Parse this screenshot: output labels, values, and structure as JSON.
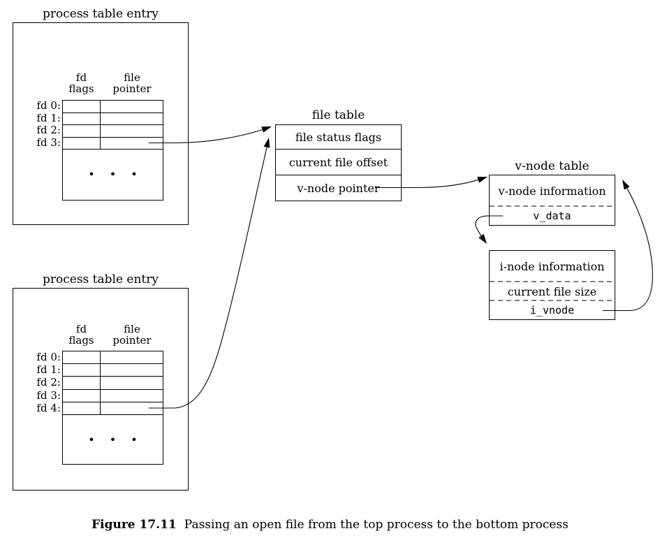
{
  "page": {
    "background": "#ffffff",
    "ink": "#000000"
  },
  "diagram": {
    "process_top": {
      "title": "process table entry",
      "col1_line1": "fd",
      "col1_line2": "flags",
      "col2_line1": "file",
      "col2_line2": "pointer",
      "fd_labels": [
        "fd 0:",
        "fd 1:",
        "fd 2:",
        "fd 3:"
      ],
      "ellipsis": "• • •"
    },
    "process_bottom": {
      "title": "process table entry",
      "col1_line1": "fd",
      "col1_line2": "flags",
      "col2_line1": "file",
      "col2_line2": "pointer",
      "fd_labels": [
        "fd 0:",
        "fd 1:",
        "fd 2:",
        "fd 3:",
        "fd 4:"
      ],
      "ellipsis": "• • •"
    },
    "file_table": {
      "title": "file table",
      "rows": [
        "file status flags",
        "current file offset",
        "v-node pointer"
      ]
    },
    "vnode_table": {
      "title": "v-node table",
      "row_info": "v-node information",
      "row_vdata": "v_data"
    },
    "inode": {
      "row_info": "i-node information",
      "row_size": "current file size",
      "row_ivnode": "i_vnode"
    }
  },
  "caption": {
    "label": "Figure 17.11",
    "text": "Passing an open file from the top process to the bottom process"
  }
}
